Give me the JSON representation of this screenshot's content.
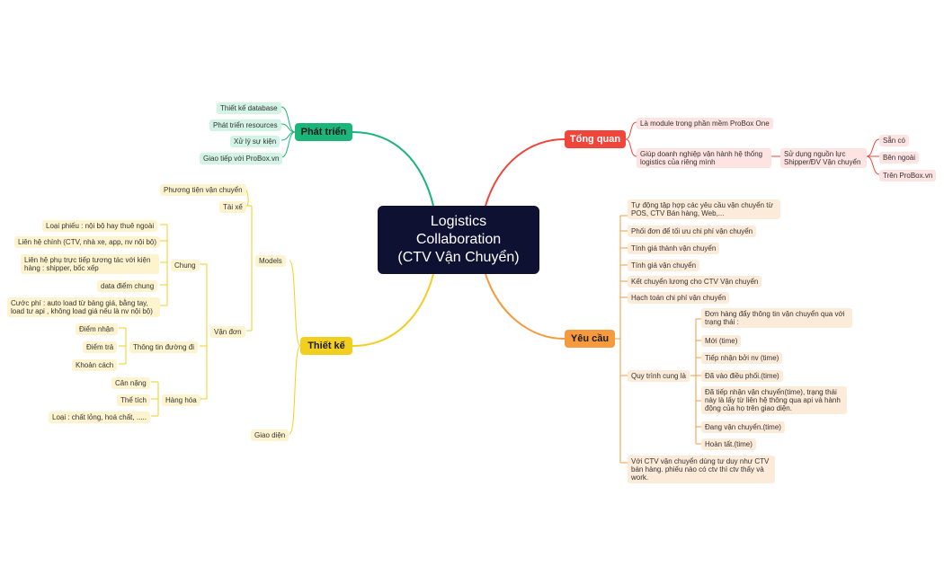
{
  "center": {
    "line1": "Logistics",
    "line2": "Collaboration",
    "line3": "(CTV Vận Chuyển)"
  },
  "branch_colors": {
    "phat_trien": "#1bb57a",
    "tong_quan": "#f0453a",
    "yeu_cau": "#f59a3e",
    "thiet_ke": "#f2cf1f"
  },
  "phat_trien": {
    "label": "Phát triển",
    "items": [
      "Thiết kế database",
      "Phát triển resources",
      "Xử lý sự kiện",
      "Giao tiếp với ProBox.vn"
    ]
  },
  "tong_quan": {
    "label": "Tổng quan",
    "item1": "Là module trong phần mềm ProBox One",
    "item2": "Giúp doanh nghiệp vận hành hệ thống logistics của riêng mình",
    "sub": "Sử dụng nguồn lực Shipper/ĐV Vận chuyển",
    "subs": [
      "Sẵn có",
      "Bên ngoài",
      "Trên ProBox.vn"
    ]
  },
  "yeu_cau": {
    "label": "Yêu cầu",
    "items": [
      "Tự động tập hợp các yêu cầu vận chuyển từ POS, CTV Bán hàng, Web,...",
      "Phối đơn để tối ưu chi phí vận chuyển",
      "Tính giá thành vận chuyển",
      "Tính giá vận chuyển",
      "Kết chuyển lương cho CTV Vận chuyển",
      "Hạch toán chi phí vận chuyển",
      "Quy trình cung là",
      "Với CTV vận chuyển dùng tư duy như CTV bán hàng. phiếu nào có ctv thì ctv thấy và work."
    ],
    "process": [
      "Đơn hàng đẩy thông tin vận chuyển qua với trạng thái :",
      "Mới (time)",
      "Tiếp nhận bởi nv (time)",
      "Đã vào điều phối.(time)",
      "Đã tiếp nhận vận chuyển(time), trạng thái này là lấy từ liên hệ thông qua api và hành động của họ trên giao diện.",
      "Đang vận chuyển.(time)",
      "Hoàn tất.(time)"
    ]
  },
  "thiet_ke": {
    "label": "Thiết kế",
    "models": "Models",
    "giao_dien": "Giao diện",
    "tai_xe": "Tài xế",
    "phuong_tien": "Phương tiện vận chuyển",
    "van_don": "Vận đơn",
    "chung": "Chung",
    "chung_items": [
      "Loại phiếu : nội bộ hay thuê ngoài",
      "Liên hệ chính (CTV, nhà xe, app, nv nội bộ)",
      "Liên hệ phụ trực tiếp tương tác với kiện hàng : shipper, bốc xếp",
      "data điểm chung",
      "Cước phí : auto load từ bảng giá, bằng tay, load tư api , không load giá nếu là nv nội bộ)"
    ],
    "thong_tin": "Thông tin đường đi",
    "thong_tin_items": [
      "Điểm nhận",
      "Điểm trả",
      "Khoản cách"
    ],
    "hang_hoa": "Hàng hóa",
    "hang_hoa_items": [
      "Cân nặng",
      "Thể tích",
      "Loại : chất lỏng, hoá chất, ....."
    ]
  }
}
